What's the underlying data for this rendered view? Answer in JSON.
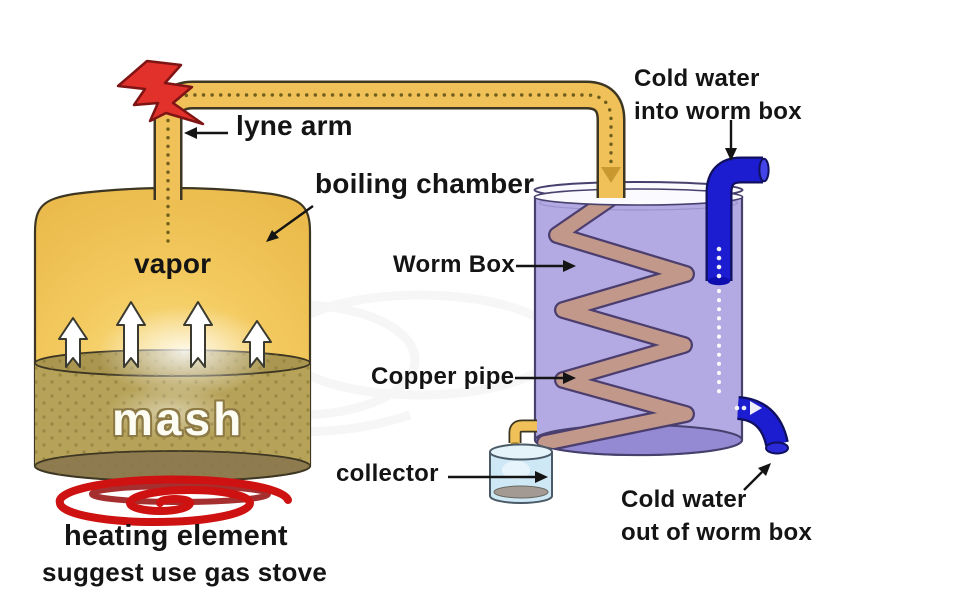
{
  "diagram": {
    "title": "moonshine still distillation diagram",
    "labels": {
      "lyne_arm": "lyne arm",
      "boiling_chamber": "boiling chamber",
      "vapor": "vapor",
      "mash": "mash",
      "heating_element": "heating element",
      "heating_note": "suggest use gas stove",
      "worm_box": "Worm Box",
      "copper_pipe": "Copper pipe",
      "collector": "collector",
      "cold_water_in_line1": "Cold water",
      "cold_water_in_line2": "into worm box",
      "cold_water_out_line1": "Cold water",
      "cold_water_out_line2": "out of worm box"
    },
    "colors": {
      "background": "#ffffff",
      "label_color": "#141414",
      "chamber_yellow": "#f1c454",
      "mash_tan": "#b6a258",
      "mash_surface": "#aa964e",
      "mash_bottom": "#8e7b50",
      "mash_dot": "#857536",
      "mash_outline": "#8d7a45",
      "pipe_yellow": "#f0c158",
      "pipe_outline": "#3d3622",
      "vapor_dot": "#6f5e1c",
      "copper": "#c2988a",
      "copper_outline": "#4b3e6e",
      "water_lavender": "#b3aae3",
      "water_bottom": "#948ad4",
      "box_outline": "#47416d",
      "cold_blue": "#1c1cd0",
      "cold_blue_dark": "#10105e",
      "heat_red": "#ce1111",
      "bolt_red": "#e2302a",
      "bolt_outline": "#7e1414",
      "collector_body": "#cfe8f6",
      "collector_liquid": "#a39a94"
    }
  }
}
